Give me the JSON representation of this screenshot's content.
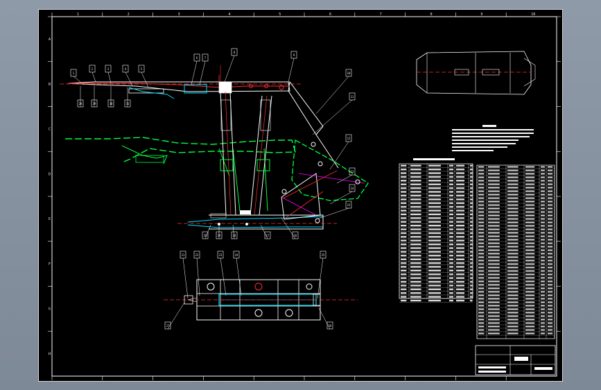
{
  "drawing": {
    "part_balloons": [
      "1",
      "2",
      "3",
      "4",
      "5",
      "6",
      "7",
      "8",
      "9",
      "10",
      "11",
      "12",
      "13",
      "14",
      "15",
      "16",
      "17",
      "18",
      "19",
      "20",
      "21",
      "22",
      "23",
      "24",
      "25",
      "26",
      "27",
      "28",
      "29",
      "30",
      "31"
    ],
    "border_zone_numbers": [
      "1",
      "2",
      "3",
      "4",
      "5",
      "6",
      "7",
      "8",
      "9",
      "10"
    ],
    "border_zone_letters": [
      "A",
      "B",
      "C",
      "D",
      "E",
      "F",
      "G",
      "H"
    ]
  },
  "colors": {
    "background": "#000000",
    "lines": "#ffffff",
    "red_centerline": "#ff2020",
    "cyan_parts": "#00e0ff",
    "green_phantom": "#00ff40",
    "magenta_hatch": "#ff00ff",
    "viewport_bg": "#8a95a3"
  }
}
